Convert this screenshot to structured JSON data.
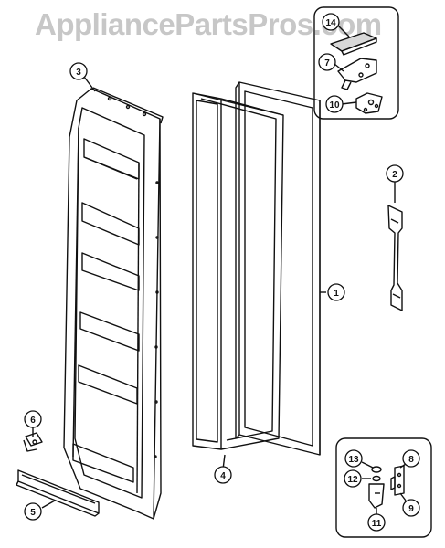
{
  "watermark": "AppliancePartsPros.com",
  "callouts": {
    "door_panel": "1",
    "handle": "2",
    "inner_door_liner": "3",
    "gasket": "4",
    "toe_grille": "5",
    "clip": "6",
    "upper_hinge_assembly": "7",
    "lower_hinge_bracket": "8",
    "lower_hinge_bushing": "9",
    "hinge_plate": "10",
    "lower_hinge_pin": "11",
    "washer": "12",
    "spacer": "13",
    "hinge_cover": "14"
  }
}
